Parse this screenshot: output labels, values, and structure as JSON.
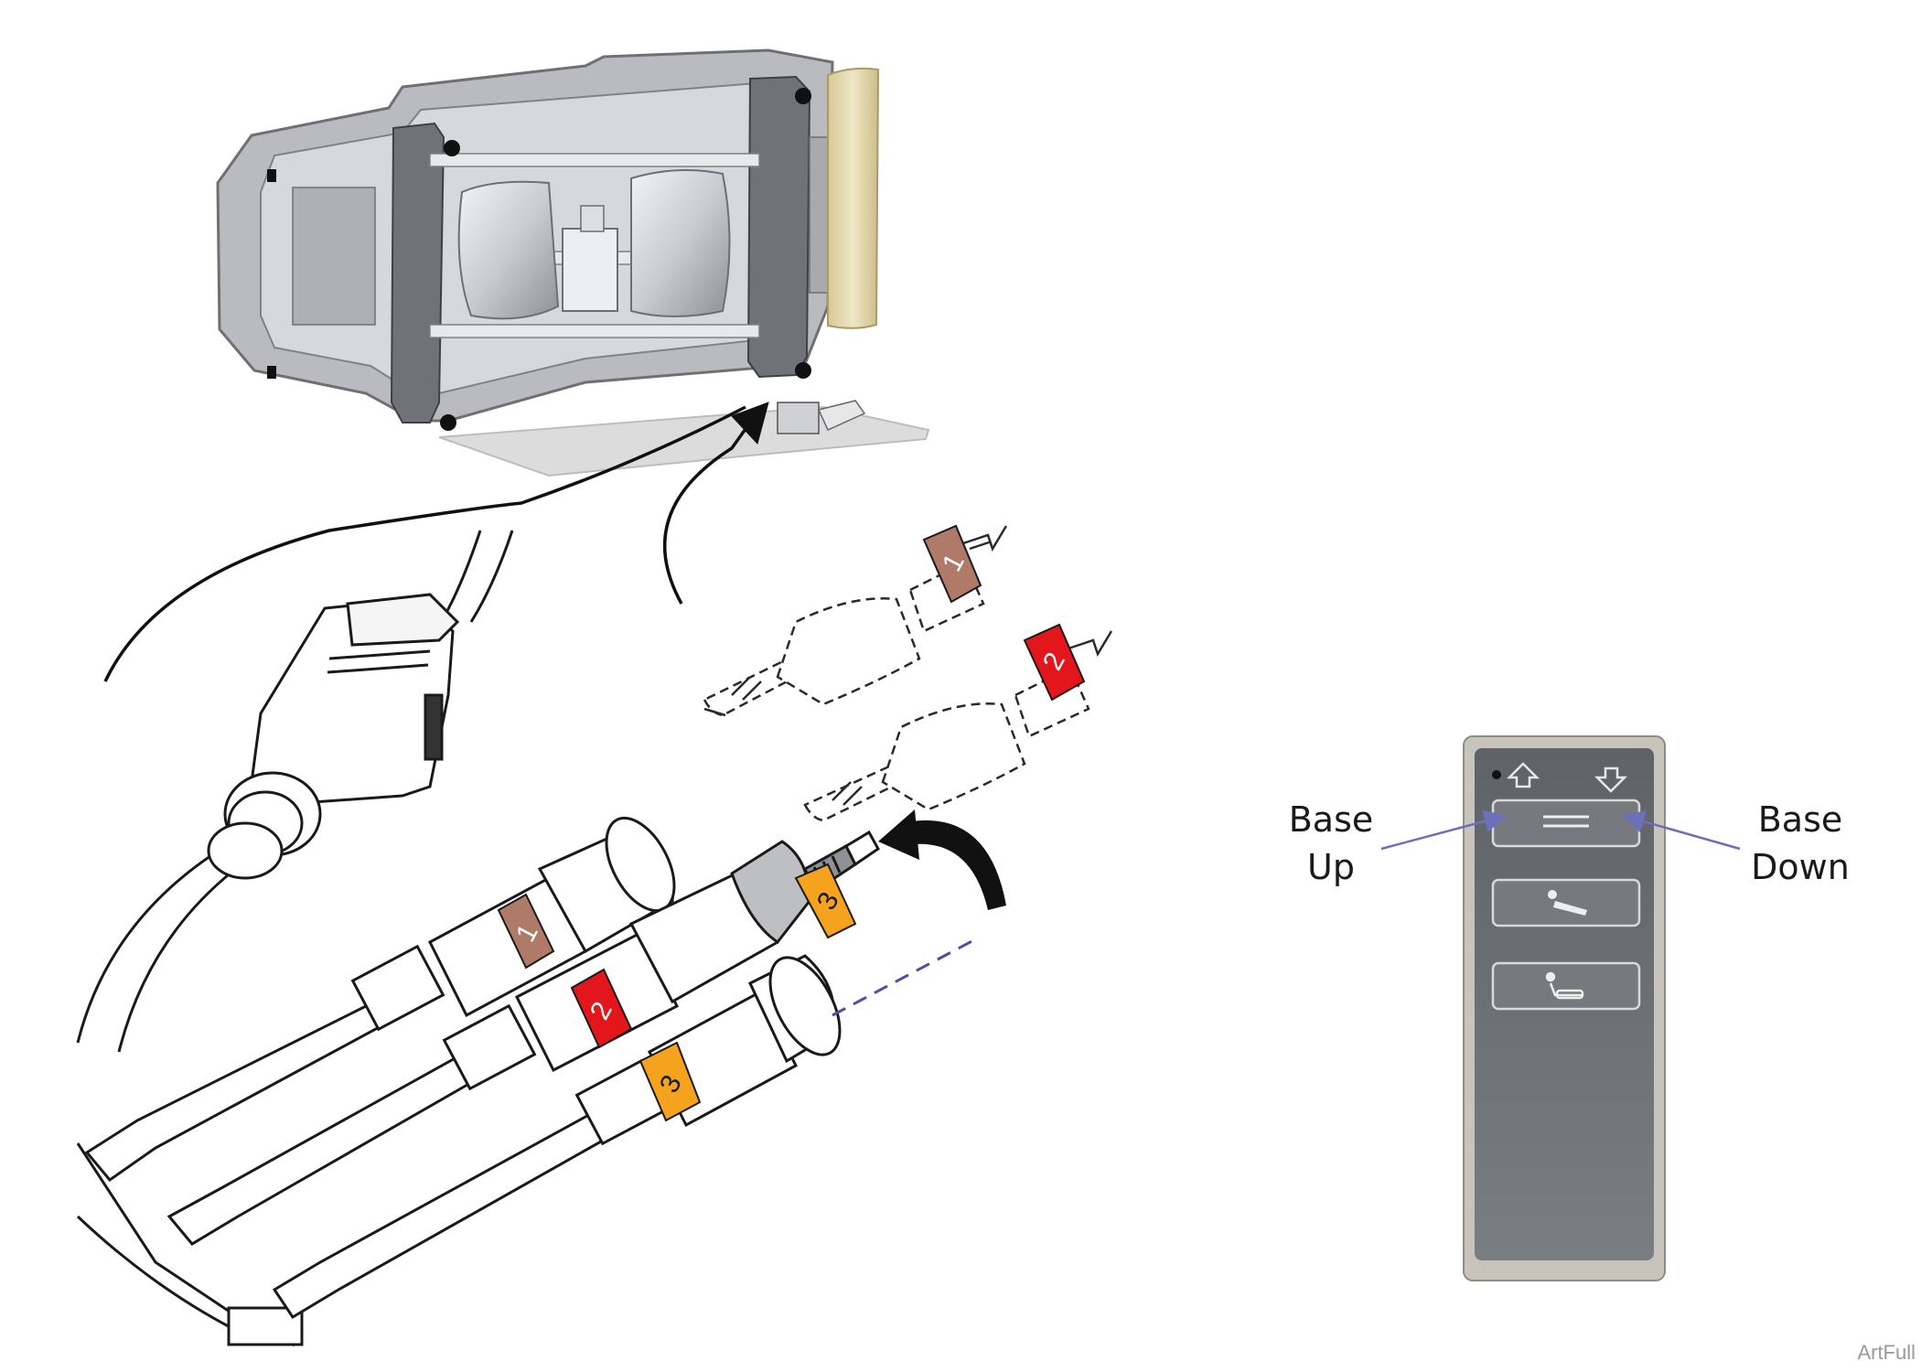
{
  "callouts": {
    "base_up": {
      "line1": "Base",
      "line2": "Up"
    },
    "base_down": {
      "line1": "Base",
      "line2": "Down"
    }
  },
  "connectors": [
    {
      "number": "1",
      "color": "#b07a68"
    },
    {
      "number": "2",
      "color": "#e3161b"
    },
    {
      "number": "3",
      "color": "#f5a21d"
    }
  ],
  "colors": {
    "callout_arrow": "#6d6fb8",
    "pendant_face": "#6b6e73",
    "pendant_frame": "#c7c4bb",
    "base_frame": "#9a9ca0",
    "yellow_cover": "#e6dcb6"
  },
  "pendant": {
    "icons": [
      "arrow-up-icon",
      "arrow-down-icon",
      "base-lines-icon",
      "recline-chair-icon",
      "upright-chair-icon"
    ]
  },
  "art_code": "ArtFull"
}
